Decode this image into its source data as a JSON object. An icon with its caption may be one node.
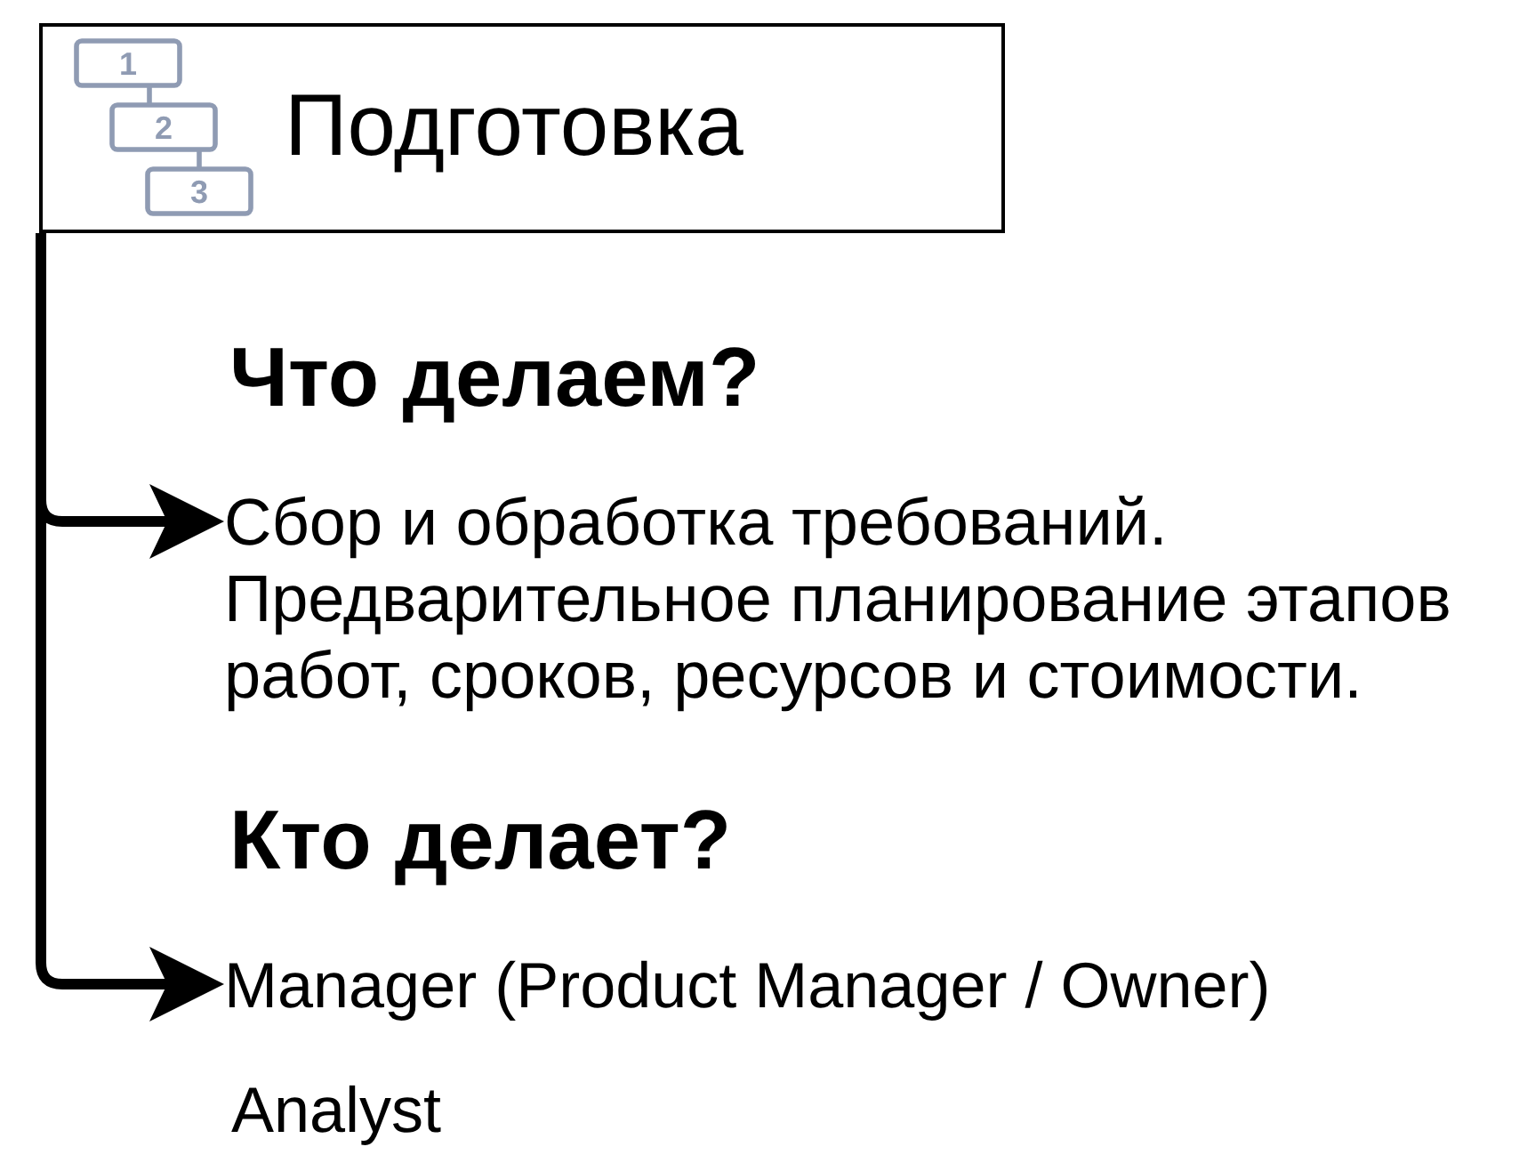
{
  "diagram": {
    "nodes": [
      {
        "text": [
          "Подготовка"
        ]
      },
      {
        "text": [
          "Сбор и обработка требований. Предварительное планирование этапов работ, сроков, ресурсов и стоимости."
        ]
      },
      {
        "text": [
          "Manager (Product Manager / Owner)"
        ]
      }
    ],
    "edges": [
      {
        "from": 0,
        "to": 1,
        "arrow": "to"
      },
      {
        "from": 0,
        "to": 2,
        "arrow": "to"
      }
    ],
    "labels": [
      "1",
      "2",
      "3",
      "Что делаем?",
      "Кто делает?",
      "Analyst"
    ]
  }
}
